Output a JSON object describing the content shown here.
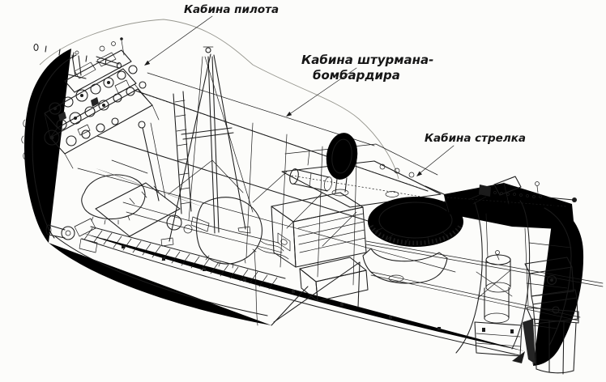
{
  "figure": {
    "paper_color": "#fcfcfa",
    "ink_color": "#1b1b1b",
    "labels": {
      "pilot": "Кабина пилота",
      "navigator_line1": "Кабина штурмана-",
      "navigator_line2": "бомбардира",
      "gunner": "Кабина стрелка"
    }
  }
}
